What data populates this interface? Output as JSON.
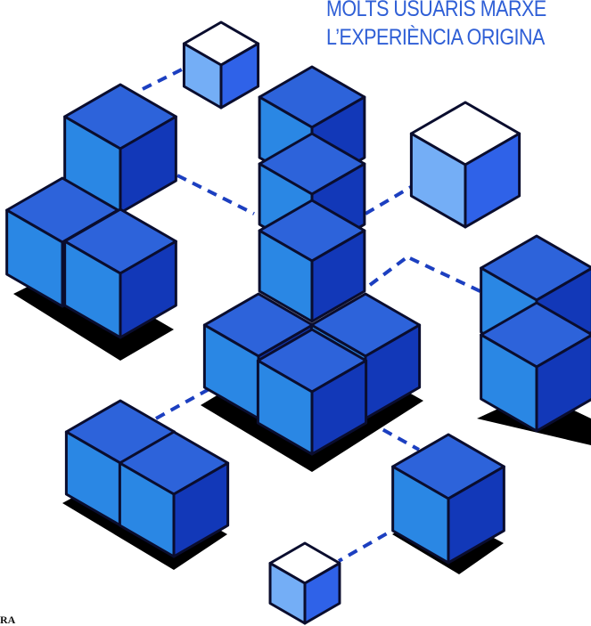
{
  "headline": {
    "line1": "MOLTS USUARIS MARXE",
    "line2": "L’EXPERIÈNCIA ORIGINA"
  },
  "credit": "RA",
  "colors": {
    "top": "#2d63da",
    "left": "#2a87e4",
    "right": "#1238b8",
    "light_top": "#ffffff",
    "light_left": "#74aef6",
    "light_right": "#2f62e8",
    "edge": "#0a0d2e",
    "shadow": "#000000",
    "dash": "#1c3fc0",
    "headline": "#2f5fd6"
  }
}
